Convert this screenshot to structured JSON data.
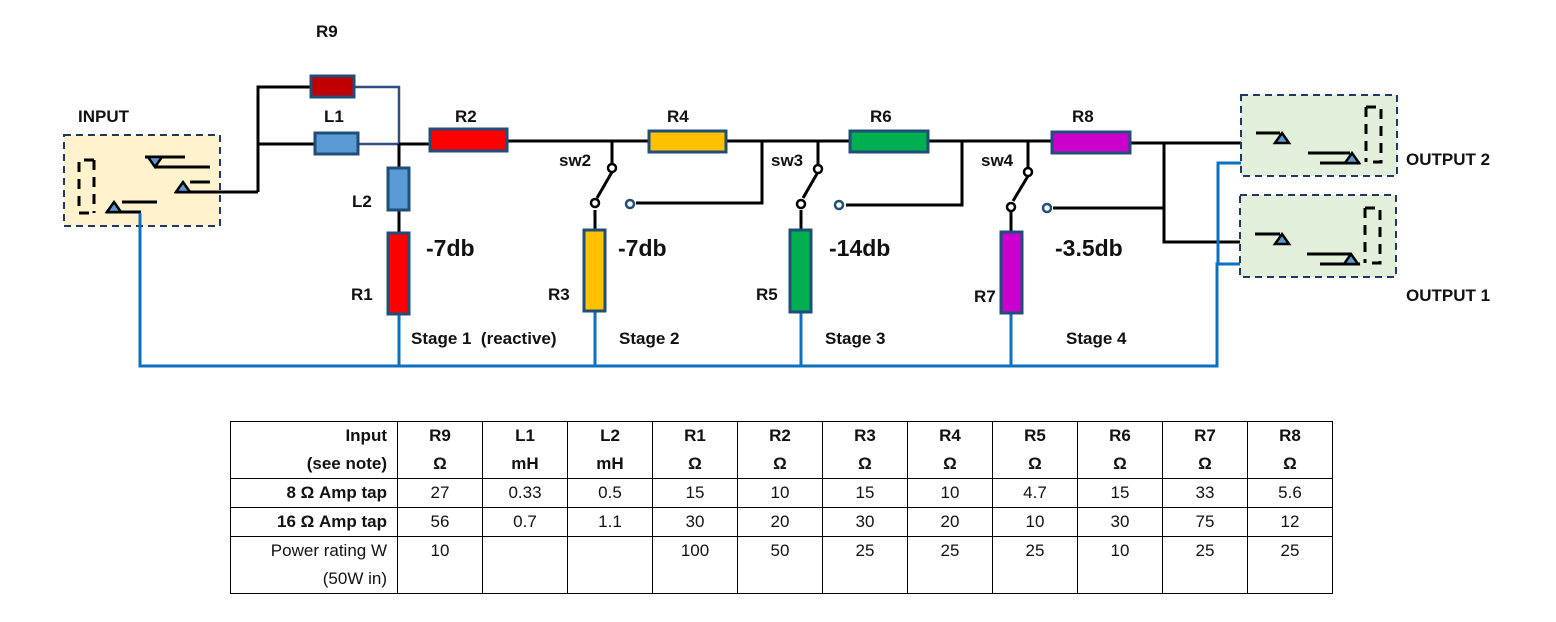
{
  "diagram": {
    "input_label": "INPUT",
    "output_labels": [
      "OUTPUT 2",
      "OUTPUT 1"
    ],
    "components": {
      "R9": {
        "label": "R9",
        "color": "#c00000"
      },
      "L1": {
        "label": "L1",
        "color": "#5b9bd5"
      },
      "L2": {
        "label": "L2",
        "color": "#5b9bd5"
      },
      "R1": {
        "label": "R1",
        "color": "#ff0000"
      },
      "R2": {
        "label": "R2",
        "color": "#ff0000"
      },
      "R3": {
        "label": "R3",
        "color": "#ffc000"
      },
      "R4": {
        "label": "R4",
        "color": "#ffc000"
      },
      "R5": {
        "label": "R5",
        "color": "#00b050"
      },
      "R6": {
        "label": "R6",
        "color": "#00b050"
      },
      "R7": {
        "label": "R7",
        "color": "#cc00cc"
      },
      "R8": {
        "label": "R8",
        "color": "#cc00cc"
      }
    },
    "switches": [
      "sw2",
      "sw3",
      "sw4"
    ],
    "attenuation": [
      "-7db",
      "-7db",
      "-14db",
      "-3.5db"
    ],
    "stages": [
      "Stage 1  (reactive)",
      "Stage 2",
      "Stage 3",
      "Stage 4"
    ],
    "colors": {
      "input_box": "#fff2cc",
      "output_box": "#e2efda",
      "ground_wire": "#0a70c0",
      "component_border": "#1f4e79",
      "jack_tip": "#5b9bd5"
    }
  },
  "table": {
    "header": {
      "row_label": [
        "Input",
        "(see note)"
      ],
      "columns": [
        {
          "name": "R9",
          "unit": "Ω"
        },
        {
          "name": "L1",
          "unit": "mH"
        },
        {
          "name": "L2",
          "unit": "mH"
        },
        {
          "name": "R1",
          "unit": "Ω"
        },
        {
          "name": "R2",
          "unit": "Ω"
        },
        {
          "name": "R3",
          "unit": "Ω"
        },
        {
          "name": "R4",
          "unit": "Ω"
        },
        {
          "name": "R5",
          "unit": "Ω"
        },
        {
          "name": "R6",
          "unit": "Ω"
        },
        {
          "name": "R7",
          "unit": "Ω"
        },
        {
          "name": "R8",
          "unit": "Ω"
        }
      ]
    },
    "rows": [
      {
        "label": "8 Ω Amp tap",
        "values": [
          "27",
          "0.33",
          "0.5",
          "15",
          "10",
          "15",
          "10",
          "4.7",
          "15",
          "33",
          "5.6"
        ]
      },
      {
        "label": "16 Ω Amp tap",
        "values": [
          "56",
          "0.7",
          "1.1",
          "30",
          "20",
          "30",
          "20",
          "10",
          "30",
          "75",
          "12"
        ]
      }
    ],
    "power_row": {
      "label": [
        "Power rating W",
        "(50W in)"
      ],
      "values": [
        "10",
        "",
        "",
        "100",
        "50",
        "25",
        "25",
        "25",
        "10",
        "25",
        "25"
      ]
    }
  }
}
